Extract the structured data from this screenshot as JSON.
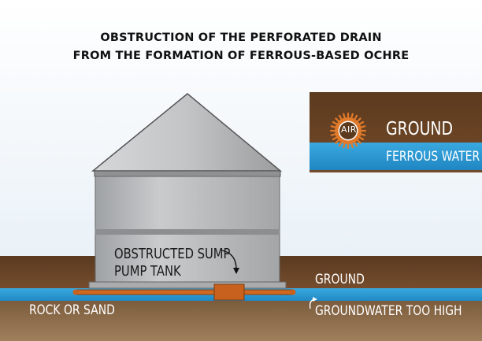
{
  "title": {
    "line1": "OBSTRUCTION OF THE PERFORATED DRAIN",
    "line2": "FROM THE FORMATION OF FERROUS-BASED OCHRE"
  },
  "legend": {
    "air": "AIR",
    "ground": "GROUND",
    "ferrous_water": "FERROUS WATER"
  },
  "scene": {
    "sump_label_line1": "OBSTRUCTED SUMP",
    "sump_label_line2": "PUMP TANK",
    "ground": "GROUND",
    "groundwater": "GROUNDWATER TOO HIGH",
    "rock": "ROCK OR SAND"
  },
  "colors": {
    "soil": "#6b4426",
    "water": "#2a93cf",
    "ochre": "#c8611e",
    "silo": "#b9bbbd"
  }
}
